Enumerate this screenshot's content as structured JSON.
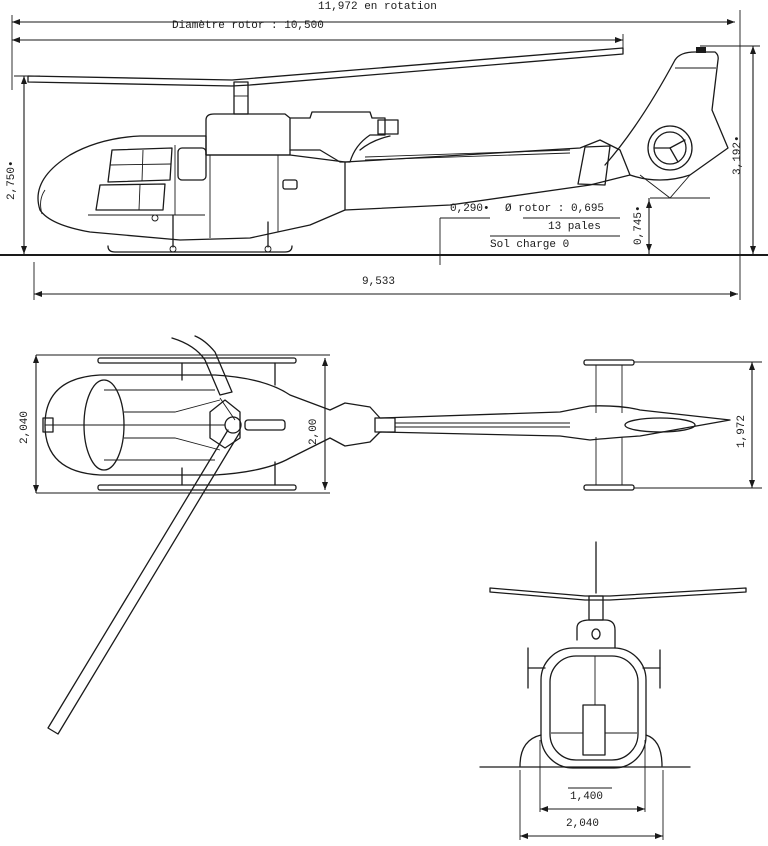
{
  "diagram": {
    "subject": "Light helicopter three-view drawing (side, top, front)",
    "views": [
      "side-view",
      "top-view",
      "front-view"
    ],
    "ink_color": "#1a1a1a",
    "background": "#ffffff"
  },
  "side_view": {
    "overall_length_rotating": "11,972 en rotation",
    "rotor_diameter": "Diamètre rotor : 10,500",
    "height_rotor_hub": "2,750•",
    "height_tail": "3,192•",
    "fenestron_offset": "0,290•",
    "tail_rotor_diameter": "Ø rotor : 0,695",
    "tail_rotor_blades": "13 pales",
    "ground_label": "Sol charge 0",
    "tail_clearance": "0,745•",
    "fuselage_length": "9,533"
  },
  "top_view": {
    "skid_span": "2,040",
    "cabin_width": "2,00",
    "stabilizer_span": "1,972"
  },
  "front_view": {
    "skid_track_inner": "1,400",
    "skid_track_outer": "2,040"
  }
}
